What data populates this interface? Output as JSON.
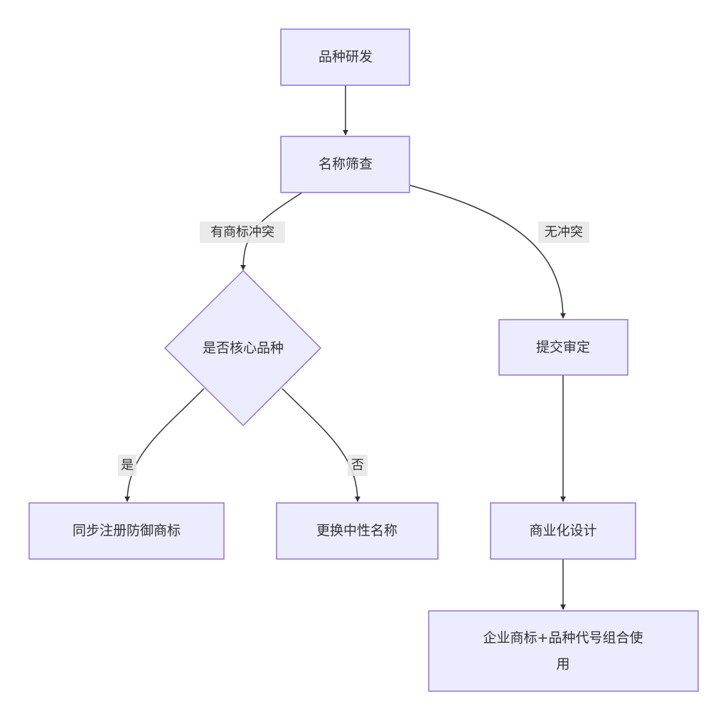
{
  "nodes": {
    "variety_rd": "品种研发",
    "name_screening": "名称筛查",
    "is_core_variety": "是否核心品种",
    "submit_review": "提交审定",
    "sync_register": "同步注册防御商标",
    "change_name": "更换中性名称",
    "commercial_design": "商业化设计",
    "combined_use_line1": "企业商标+品种代号组合使",
    "combined_use_line2": "用"
  },
  "edges": {
    "trademark_conflict": "有商标冲突",
    "no_conflict": "无冲突",
    "yes": "是",
    "no": "否"
  },
  "colors": {
    "node_fill": "#ECECFF",
    "node_stroke": "#9370DB",
    "edge": "#333333",
    "label_bg": "#e8e8e8"
  }
}
